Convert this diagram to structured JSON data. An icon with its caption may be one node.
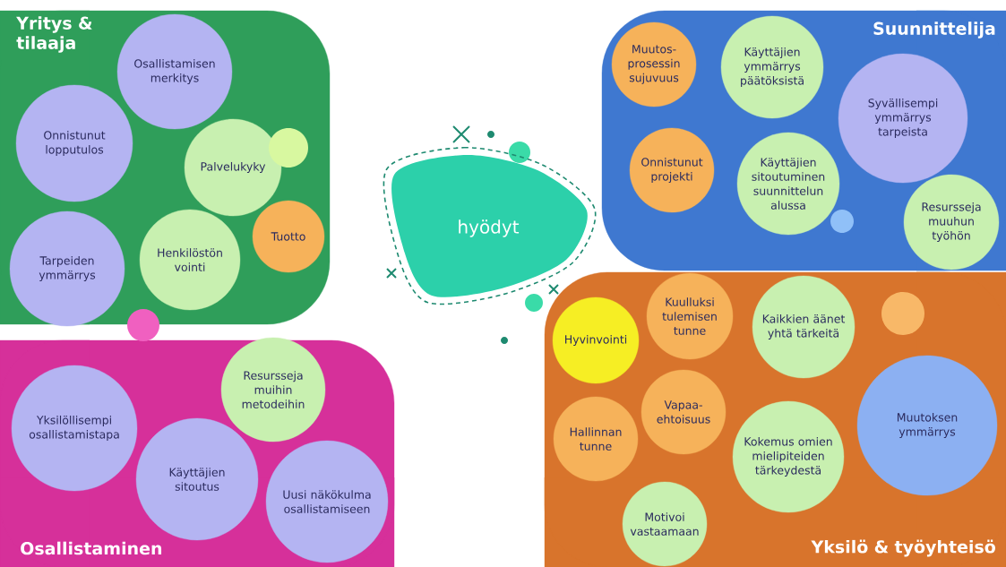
{
  "diagram": {
    "nodes": [
      {
        "text": [
          "Yritys & tilaaja"
        ]
      },
      {
        "text": [
          "Osallistamisen merkitys"
        ],
        "in": 0
      },
      {
        "text": [
          "Onnistunut lopputulos"
        ],
        "in": 0
      },
      {
        "text": [
          "Palvelukyky"
        ],
        "in": 0
      },
      {
        "text": [
          "Tuotto"
        ],
        "in": 0
      },
      {
        "text": [
          "Henkilöstön vointi"
        ],
        "in": 0
      },
      {
        "text": [
          "Tarpeiden ymmärrys"
        ],
        "in": 0
      },
      {
        "text": [
          "Suunnittelija"
        ]
      },
      {
        "text": [
          "Muutos-prosessin sujuvuus"
        ],
        "in": 7
      },
      {
        "text": [
          "Käyttäjien ymmärrys päätöksistä"
        ],
        "in": 7
      },
      {
        "text": [
          "Syvällisempi ymmärrys tarpeista"
        ],
        "in": 7
      },
      {
        "text": [
          "Onnistunut projekti"
        ],
        "in": 7
      },
      {
        "text": [
          "Käyttäjien sitoutuminen suunnittelun alussa"
        ],
        "in": 7
      },
      {
        "text": [
          "Resursseja muuhun työhön"
        ],
        "in": 7
      },
      {
        "text": [
          "hyödyt"
        ]
      },
      {
        "text": [
          "Osallistaminen"
        ]
      },
      {
        "text": [
          "Resursseja muihin metodeihin"
        ],
        "in": 15
      },
      {
        "text": [
          "Yksilöllisempi osallistamistapa"
        ],
        "in": 15
      },
      {
        "text": [
          "Käyttäjien sitoutus"
        ],
        "in": 15
      },
      {
        "text": [
          "Uusi näkökulma osallistamiseen"
        ],
        "in": 15
      },
      {
        "text": [
          "Yksilö & työyhteisö"
        ]
      },
      {
        "text": [
          "Hyvinvointi"
        ],
        "in": 20
      },
      {
        "text": [
          "Kuulluksi tulemisen tunne"
        ],
        "in": 20
      },
      {
        "text": [
          "Kaikkien äänet yhtä tärkeitä"
        ],
        "in": 20
      },
      {
        "text": [
          "Vapaa-ehtoisuus"
        ],
        "in": 20
      },
      {
        "text": [
          "Hallinnan tunne"
        ],
        "in": 20
      },
      {
        "text": [
          "Kokemus omien mielipiteiden tärkeydestä"
        ],
        "in": 20
      },
      {
        "text": [
          "Muutoksen ymmärrys"
        ],
        "in": 20
      },
      {
        "text": [
          "Motivoi vastaamaan"
        ],
        "in": 20
      }
    ]
  }
}
